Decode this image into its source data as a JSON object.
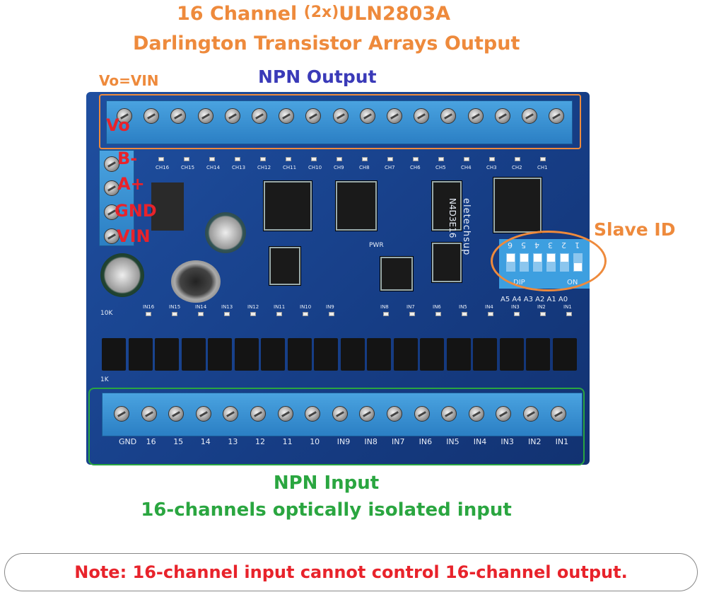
{
  "header": {
    "line1_a": "16 Channel",
    "line1_b": "(2x)",
    "line1_c": "ULN2803A",
    "line2": "Darlington Transistor Arrays Output"
  },
  "output": {
    "vo_label": "Vo=VIN",
    "npn_output": "NPN Output",
    "vo_terminal": "Vo"
  },
  "power": {
    "labels": [
      "B-",
      "A+",
      "GND",
      "VIN"
    ]
  },
  "slave": {
    "label": "Slave ID",
    "dip_numbers": [
      "6",
      "5",
      "4",
      "3",
      "2",
      "1"
    ],
    "dip_text": "DIP",
    "on_text": "ON",
    "address_labels": "A5 A4 A3 A2 A1 A0",
    "switch_on": [
      false,
      false,
      false,
      false,
      false,
      true
    ]
  },
  "board": {
    "ch_labels": [
      "CH16",
      "CH15",
      "CH14",
      "CH13",
      "CH12",
      "CH11",
      "CH10",
      "CH9",
      "CH8",
      "CH7",
      "CH6",
      "CH5",
      "CH4",
      "CH3",
      "CH2",
      "CH1"
    ],
    "in_leds": [
      "IN16",
      "IN15",
      "IN14",
      "IN13",
      "IN12",
      "IN11",
      "IN10",
      "IN9",
      "IN8",
      "IN7",
      "IN6",
      "IN5",
      "IN4",
      "IN3",
      "IN2",
      "IN1"
    ],
    "terminal_labels": [
      "GND",
      "16",
      "15",
      "14",
      "13",
      "12",
      "11",
      "10",
      "IN9",
      "IN8",
      "IN7",
      "IN6",
      "IN5",
      "IN4",
      "IN3",
      "IN2",
      "IN1"
    ],
    "brand": "eletechsup",
    "model": "N4D3E16",
    "pwr": "PWR",
    "res": "10K",
    "res2": "1K"
  },
  "input": {
    "title": "NPN Input",
    "subtitle": "16-channels optically isolated input"
  },
  "note": "Note: 16-channel input cannot control 16-channel output.",
  "colors": {
    "orange": "#ee8a3c",
    "blue": "#3a3ab8",
    "red": "#e8232b",
    "green": "#2aa640"
  }
}
